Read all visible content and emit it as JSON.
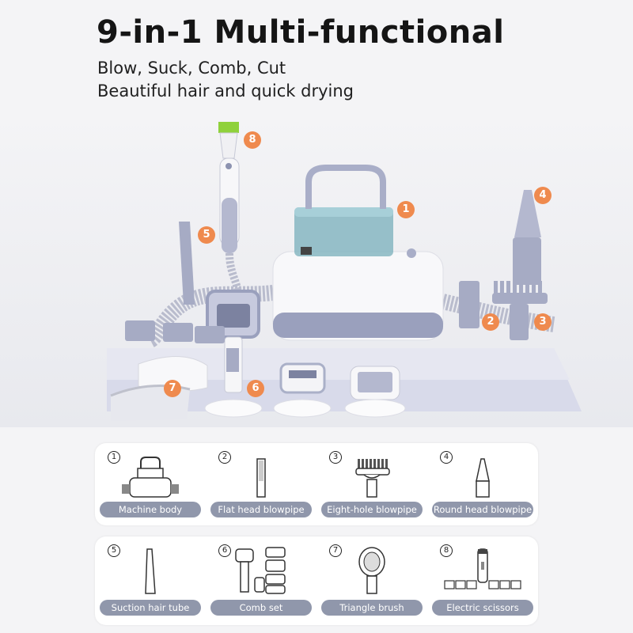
{
  "header": {
    "headline": "9-in-1 Multi-functional",
    "subline1": "Blow, Suck, Comb, Cut",
    "subline2": "Beautiful hair and quick drying"
  },
  "scene_badges": [
    "1",
    "2",
    "3",
    "4",
    "5",
    "6",
    "7",
    "8"
  ],
  "parts": [
    {
      "num": "1",
      "label": "Machine body",
      "icon": "machine-body-icon"
    },
    {
      "num": "2",
      "label": "Flat head blowpipe",
      "icon": "flat-head-blowpipe-icon"
    },
    {
      "num": "3",
      "label": "Eight-hole blowpipe",
      "icon": "eight-hole-blowpipe-icon"
    },
    {
      "num": "4",
      "label": "Round head blowpipe",
      "icon": "round-head-blowpipe-icon"
    },
    {
      "num": "5",
      "label": "Suction hair tube",
      "icon": "suction-hair-tube-icon"
    },
    {
      "num": "6",
      "label": "Comb set",
      "icon": "comb-set-icon"
    },
    {
      "num": "7",
      "label": "Triangle brush",
      "icon": "triangle-brush-icon"
    },
    {
      "num": "8",
      "label": "Electric scissors",
      "icon": "electric-scissors-icon"
    }
  ],
  "colors": {
    "accent": "#ef8a4e",
    "pill": "#9097ab",
    "product_lavender": "#a9aec8",
    "product_teal": "#7fb3be",
    "background": "#f4f4f6"
  }
}
